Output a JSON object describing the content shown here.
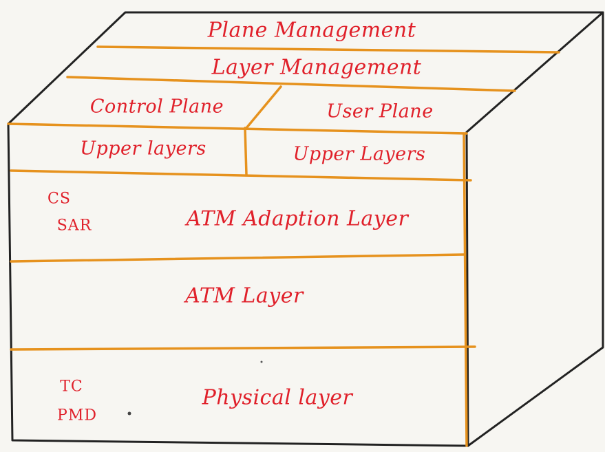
{
  "colors": {
    "background": "#f7f6f2",
    "outline": "#222222",
    "divider": "#e6921e",
    "text": "#e0202a"
  },
  "diagram": {
    "plane_management": "Plane Management",
    "layer_management": "Layer Management",
    "control_plane": "Control Plane",
    "user_plane": "User Plane",
    "upper_layers_control": "Upper layers",
    "upper_layers_user": "Upper Layers",
    "aal_sublayer_cs": "CS",
    "aal_sublayer_sar": "SAR",
    "atm_adaptation_layer": "ATM Adaption Layer",
    "atm_layer": "ATM Layer",
    "phy_sublayer_tc": "TC",
    "phy_sublayer_pmd": "PMD",
    "physical_layer": "Physical layer"
  }
}
